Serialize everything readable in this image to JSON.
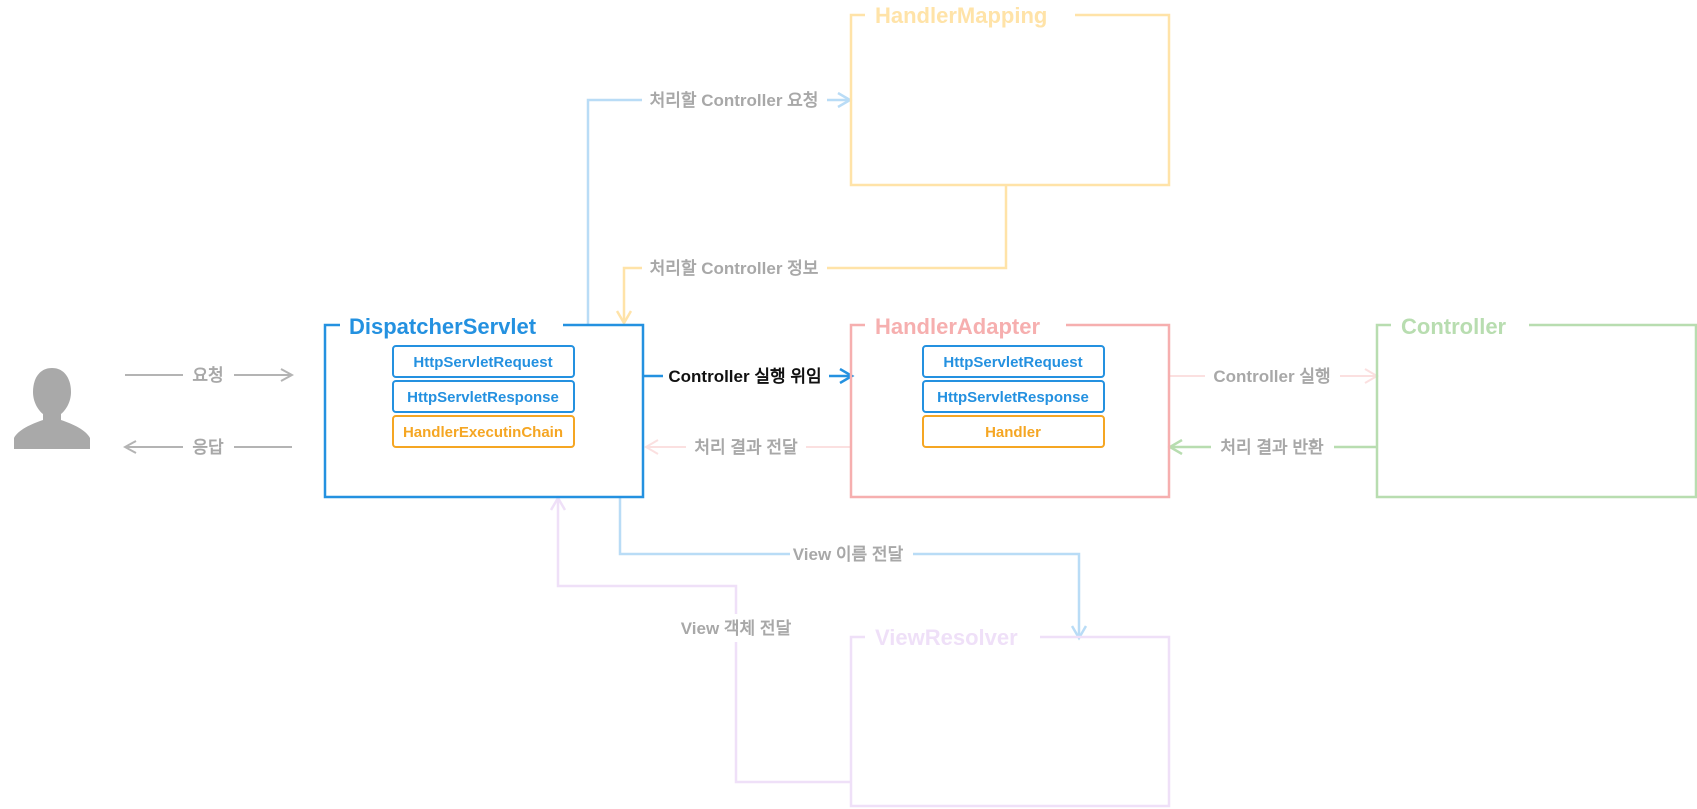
{
  "colors": {
    "dispatcher": "#2491E0",
    "handler_mapping": "#FFE3A8",
    "handler_adapter": "#F6AFAF",
    "controller": "#B8DDB0",
    "view_resolver": "#EFE0F8",
    "chip_blue": "#2491E0",
    "chip_orange": "#F5A623",
    "gray_text": "#A8A8A8",
    "gray_line": "#B4B4B4",
    "light_blue_line": "#B9DCF6",
    "dark_text": "#111111",
    "user": "#A9A9A9"
  },
  "boxes": {
    "dispatcher": {
      "title": "DispatcherServlet",
      "items": [
        "HttpServletRequest",
        "HttpServletResponse",
        "HandlerExecutinChain"
      ]
    },
    "handler_mapping": {
      "title": "HandlerMapping"
    },
    "handler_adapter": {
      "title": "HandlerAdapter",
      "items": [
        "HttpServletRequest",
        "HttpServletResponse",
        "Handler"
      ]
    },
    "controller": {
      "title": "Controller"
    },
    "view_resolver": {
      "title": "ViewResolver"
    }
  },
  "flows": {
    "request": "요청",
    "response": "응답",
    "controller_request": "처리할 Controller 요청",
    "controller_info": "처리할 Controller 정보",
    "delegate": "Controller 실행 위임",
    "result_deliver": "처리 결과 전달",
    "controller_execute": "Controller 실행",
    "result_return": "처리 결과 반환",
    "view_name": "View 이름 전달",
    "view_object": "View 객체 전달"
  },
  "icons": {
    "user": "user-icon"
  }
}
